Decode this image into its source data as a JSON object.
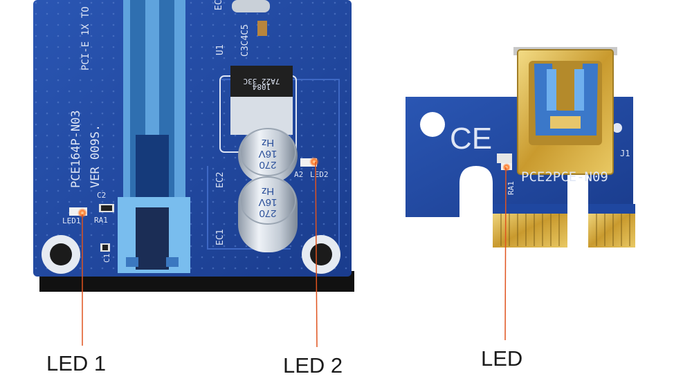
{
  "callouts": {
    "led1": "LED 1",
    "led2": "LED 2",
    "led": "LED"
  },
  "board_silkscreen": {
    "left": {
      "model": "PCE164P-N03",
      "version": "VER  009S.",
      "interface": "PCI-E 1X TO",
      "chip": "U1",
      "chip_code": "C3C4C5",
      "ec1": "EC1",
      "ec2": "EC2",
      "c1": "C1",
      "c2": "C2",
      "ra1": "RA1",
      "ra2": "A2",
      "led1": "LED1",
      "led2": "LED2",
      "ec_top": "EC"
    },
    "right": {
      "model": "PCE2PCE-N09",
      "j1": "J1",
      "ra1": "RA1",
      "ce_mark": "CE"
    }
  },
  "components": {
    "capacitor_top": {
      "value": "270",
      "voltage": "16V",
      "unit": "Hz"
    },
    "capacitor_bottom": {
      "value": "270",
      "voltage": "16V",
      "unit": "Hz"
    },
    "regulator": {
      "line1": "7A22 33C",
      "line2": "1084"
    }
  },
  "colors": {
    "pcb_blue": "#1f47a0",
    "slot_blue": "#6cb1e6",
    "gold": "#d9b54a",
    "callout_line": "#e0531e",
    "led_glow": "#ff7a2a"
  }
}
